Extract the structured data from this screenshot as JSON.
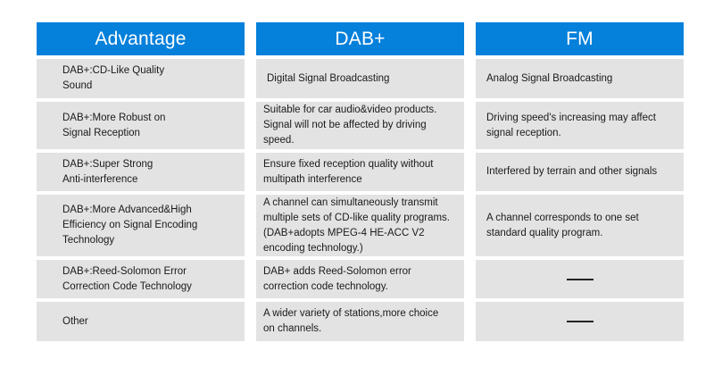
{
  "theme": {
    "header_blue": "#0580db",
    "cell_gray": "#e3e3e3",
    "text_color": "#1a1a1a",
    "page_background": "#ffffff"
  },
  "table": {
    "headers": [
      {
        "label": "Advantage",
        "name": "advantage"
      },
      {
        "label": "DAB+",
        "name": "dabplus"
      },
      {
        "label": "FM",
        "name": "fm"
      }
    ],
    "rows": [
      {
        "advantage": "DAB+:CD-Like Quality\nSound",
        "dabplus": "Digital Signal Broadcasting",
        "fm": "Analog Signal Broadcasting"
      },
      {
        "advantage": "DAB+:More Robust on\nSignal Reception",
        "dabplus": "Suitable for car audio&video products.\nSignal will not be affected by driving\nspeed.",
        "fm": "Driving speed's increasing may affect\nsignal reception."
      },
      {
        "advantage": "DAB+:Super Strong\nAnti-interference",
        "dabplus": "Ensure fixed reception quality without\nmultipath interference",
        "fm": "Interfered by terrain and other signals"
      },
      {
        "advantage": "DAB+:More Advanced&High\nEfficiency on Signal Encoding\nTechnology",
        "dabplus": "A channel can simultaneously transmit\nmultiple sets of CD-like quality programs.\n(DAB+adopts MPEG-4 HE-ACC V2\nencoding technology.)",
        "fm": "A channel corresponds to one set\nstandard quality program."
      },
      {
        "advantage": "DAB+:Reed-Solomon Error\nCorrection Code Technology",
        "dabplus": "DAB+ adds Reed-Solomon error\ncorrection code technology.",
        "fm": "——"
      },
      {
        "advantage": "Other",
        "dabplus": "A wider variety of stations,more choice\non channels.",
        "fm": "——"
      }
    ]
  }
}
